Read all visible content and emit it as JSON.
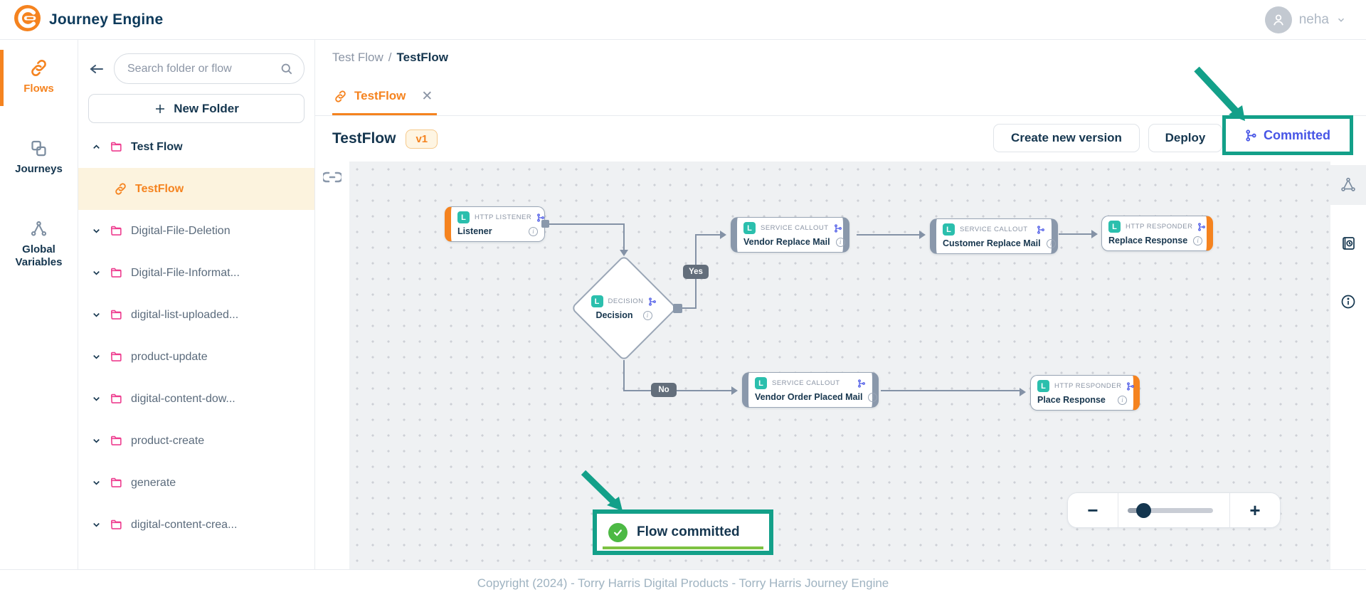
{
  "header": {
    "app_title": "Journey Engine",
    "user": {
      "name": "neha"
    }
  },
  "nav_rail": {
    "items": [
      {
        "label": "Flows",
        "icon": "link-icon",
        "active": true
      },
      {
        "label": "Journeys",
        "icon": "journeys-icon",
        "active": false
      },
      {
        "label": "Global Variables",
        "icon": "global-variables-icon",
        "active": false
      }
    ]
  },
  "sidebar": {
    "search_placeholder": "Search folder or flow",
    "new_folder_label": "New Folder",
    "tree": [
      {
        "label": "Test Flow",
        "type": "folder",
        "state": "expanded",
        "icon": "folder-icon"
      },
      {
        "label": "TestFlow",
        "type": "flow",
        "state": "selected",
        "icon": "link-icon"
      },
      {
        "label": "Digital-File-Deletion",
        "type": "folder",
        "state": "collapsed",
        "icon": "folder-icon"
      },
      {
        "label": "Digital-File-Informat...",
        "type": "folder",
        "state": "collapsed",
        "icon": "folder-icon"
      },
      {
        "label": "digital-list-uploaded...",
        "type": "folder",
        "state": "collapsed",
        "icon": "folder-icon"
      },
      {
        "label": "product-update",
        "type": "folder",
        "state": "collapsed",
        "icon": "folder-icon"
      },
      {
        "label": "digital-content-dow...",
        "type": "folder",
        "state": "collapsed",
        "icon": "folder-icon"
      },
      {
        "label": "product-create",
        "type": "folder",
        "state": "collapsed",
        "icon": "folder-icon"
      },
      {
        "label": "generate",
        "type": "folder",
        "state": "collapsed",
        "icon": "folder-icon"
      },
      {
        "label": "digital-content-crea...",
        "type": "folder",
        "state": "collapsed",
        "icon": "folder-icon"
      }
    ]
  },
  "breadcrumb": {
    "parent": "Test Flow",
    "separator": "/",
    "current": "TestFlow"
  },
  "tab": {
    "label": "TestFlow",
    "icon": "link-icon",
    "close_icon": "close-icon"
  },
  "toolbar": {
    "title": "TestFlow",
    "version_badge": "v1",
    "create_new_version_label": "Create new version",
    "deploy_label": "Deploy",
    "committed_label": "Committed"
  },
  "canvas": {
    "nodes": [
      {
        "badge": "L",
        "type_label": "HTTP LISTENER",
        "name": "Listener"
      },
      {
        "badge": "L",
        "type_label": "DECISION",
        "name": "Decision"
      },
      {
        "badge": "L",
        "type_label": "SERVICE CALLOUT",
        "name": "Vendor Replace Mail"
      },
      {
        "badge": "L",
        "type_label": "SERVICE CALLOUT",
        "name": "Customer Replace Mail"
      },
      {
        "badge": "L",
        "type_label": "HTTP RESPONDER",
        "name": "Replace Response"
      },
      {
        "badge": "L",
        "type_label": "SERVICE CALLOUT",
        "name": "Vendor Order Placed Mail"
      },
      {
        "badge": "L",
        "type_label": "HTTP RESPONDER",
        "name": "Place Response"
      }
    ],
    "edge_labels": {
      "yes": "Yes",
      "no": "No"
    }
  },
  "toast": {
    "message": "Flow committed",
    "icon": "check-circle-icon"
  },
  "zoom_control": {
    "minus": "−",
    "plus": "+"
  },
  "footer": {
    "copyright": "Copyright (2024) - Torry Harris Digital Products - Torry Harris Journey Engine"
  },
  "colors": {
    "accent_orange": "#F5831F",
    "navy": "#15364F",
    "folder_pink": "#EE3D8F",
    "node_badge_teal": "#2BBFAD",
    "committed_indigo": "#4755E6",
    "annotation_teal": "#13A089",
    "toast_check_green": "#4CB944",
    "toast_bar_green": "#7DC242",
    "canvas_bg": "#EFF1F3"
  }
}
